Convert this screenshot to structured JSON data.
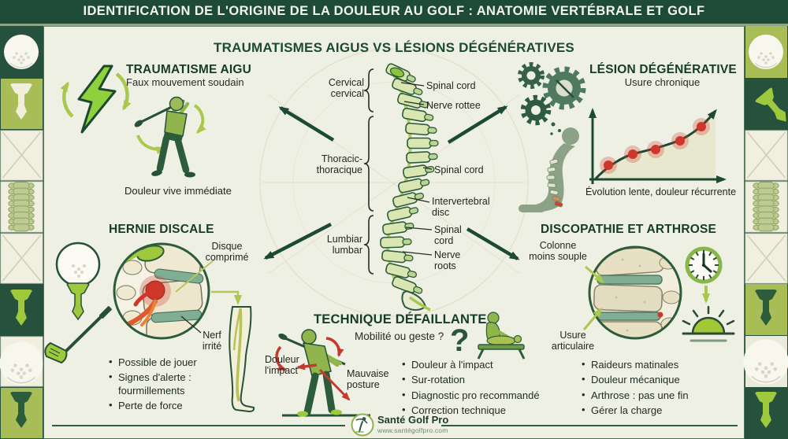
{
  "meta": {
    "type": "infographic",
    "language": "fr"
  },
  "colors": {
    "banner_green": "#1e4a38",
    "dark_green": "#1d4a35",
    "olive": "#a9c84d",
    "bright_green": "#8fd13c",
    "cream": "#eef0e4",
    "accent_red": "#cf372a",
    "chart_fill": "#e5e7ca"
  },
  "banner": {
    "title": "IDENTIFICATION DE L'ORIGINE DE LA DOULEUR AU GOLF : ANATOMIE VERTÉBRALE ET GOLF"
  },
  "subtitle": "TRAUMATISMES AIGUS VS LÉSIONS DÉGÉNÉRATIVES",
  "trauma": {
    "title": "TRAUMATISME AIGU",
    "subtitle": "Faux mouvement soudain",
    "caption": "Douleur vive immédiate"
  },
  "spine": {
    "region_cervical": "Cervical\ncervical",
    "region_thoracic": "Thoracic-\nthoracique",
    "region_lumbar": "Lumbiar\nlumbar",
    "label_spinal_cord_top": "Spinal cord",
    "label_nerve_root": "Nerve rottee",
    "label_spinal_cord_mid": "Spinal cord",
    "label_intervertebral_disc": "Intervertebral disc",
    "label_spinal_cord_low": "Spinal\ncord",
    "label_nerve_roots": "Nerve\nroots"
  },
  "lesion": {
    "title": "LÉSION DÉGÉNÉRATIVE",
    "subtitle": "Usure chronique",
    "caption": "Évolution lente, douleur récurrente"
  },
  "hernia": {
    "title": "HERNIE DISCALE",
    "label_disc": "Disque\ncomprimé",
    "label_nerve": "Nerf\nirrité",
    "bullets": [
      "Possible de jouer",
      "Signes d'alerte : fourmillements",
      "Perte de force"
    ]
  },
  "technique": {
    "title": "TECHNIQUE DÉFAILLANTE",
    "subtitle": "Mobilité ou geste ?",
    "label_impact": "Douleur\nl'impact",
    "label_posture": "Mauvaise\nposture",
    "question_mark": "?",
    "bullets": [
      "Douleur à l'impact",
      "Sur-rotation",
      "Diagnostic pro recommandé",
      "Correction technique"
    ]
  },
  "discopathy": {
    "title": "DISCOPATHIE ET ARTHROSE",
    "label_stiffness": "Colonne\nmoins souple",
    "label_wear": "Usure\narticulaire",
    "bullets": [
      "Raideurs matinales",
      "Douleur mécanique",
      "Arthrose : pas une fin",
      "Gérer la charge"
    ]
  },
  "footer": {
    "brand": "Santé Golf Pro",
    "url": "www.santégolfpro.com"
  },
  "chart_data": {
    "type": "line",
    "title": "Évolution de la douleur (lésion dégénérative)",
    "x": [
      1,
      2,
      3,
      4,
      5
    ],
    "series": [
      {
        "name": "douleur",
        "values": [
          3.0,
          4.4,
          5.0,
          5.9,
          7.6
        ]
      }
    ],
    "annotation": "Évolution lente, douleur récurrente",
    "marker_color": "#cf372a",
    "trend": "rising",
    "axes_labeled": false
  },
  "icons": {
    "lightning": "acute-trauma-bolt",
    "gears": "degeneration-gears",
    "clock": "time-clock",
    "sunrise": "morning-sunrise",
    "question": "diagnostic-question",
    "golf_ball": "golf-ball",
    "golf_tee": "golf-tee",
    "spine": "vertebral-column"
  }
}
